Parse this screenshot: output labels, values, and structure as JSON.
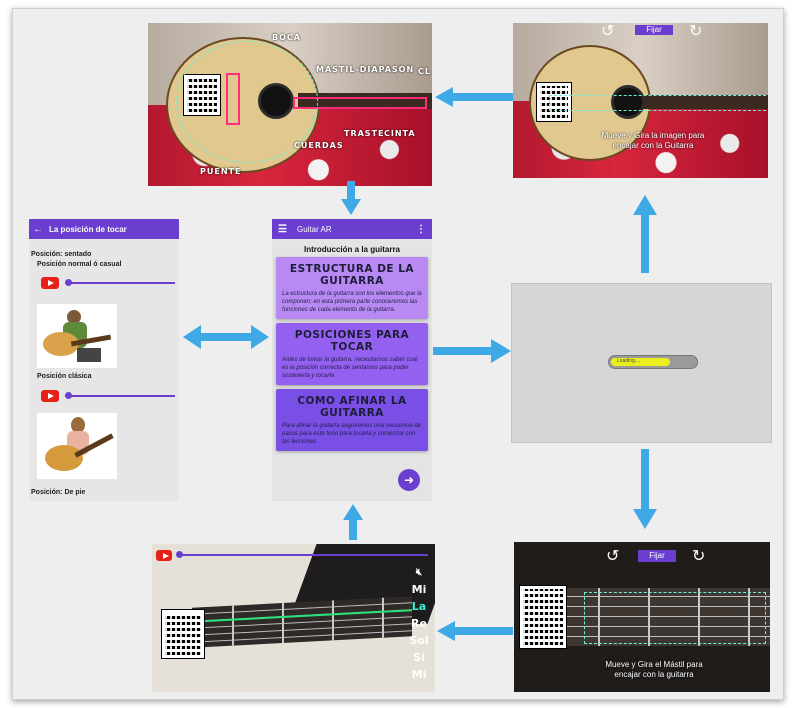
{
  "colors": {
    "accent": "#6a3fd0",
    "accent_dark": "#5b33c2",
    "arrow": "#3fa9e6",
    "youtube": "#e62117",
    "ar_pink": "#ff2d7a",
    "ar_cyan": "#6ef0d8",
    "card1": "#b889f2",
    "card2": "#9460ef",
    "card3": "#7a4fe6",
    "loader_fill": "#ecef1e"
  },
  "ar_labels_top": {
    "boca": "BOCA",
    "mastil": "MÁSTIL-DIAPASÓN",
    "cl": "CL",
    "cuerdas": "CUERDAS",
    "traste": "TRASTE",
    "cinta": "CINTA",
    "puente": "PUENTE"
  },
  "ar_fit_top": {
    "fix_button": "Fijar",
    "hint": "Mueve y Gira la imagen para encajar con la Guitarra"
  },
  "main_app": {
    "title": "Guitar AR",
    "heading": "Introducción a la guitarra",
    "cards": [
      {
        "title": "ESTRUCTURA DE LA GUITARRA",
        "text": "La estructura de la guitarra son los elementos que la componen; en esta primera parte conoceremos las funciones de cada elemento de la guitarra."
      },
      {
        "title": "POSICIONES PARA TOCAR",
        "text": "Antes de tomar la guitarra, necesitamos saber cual es la posición correcta de sentarnos para poder sostenerla y tocarla"
      },
      {
        "title": "COMO AFINAR LA GUITARRA",
        "text": "Para afinar la guitarra seguiremos una secuencia de pasos para este tono para tocarla y comenzar con las lecciones"
      }
    ],
    "menu_icon": "hamburger-icon",
    "more_icon": "more-vert-icon",
    "fab_icon": "arrow-right-icon"
  },
  "position_screen": {
    "title": "La posición de tocar",
    "back_icon": "arrow-left-icon",
    "section1": "Posición: sentado",
    "sub1": "Posición normal ó casual",
    "sub2": "Posición clásica",
    "section2": "Posición: De pie"
  },
  "loading_screen": {
    "progress_label": "Loading....",
    "progress_value": 0.7
  },
  "ar_fit_bottom": {
    "fix_button": "Fijar",
    "hint": "Mueve y Gira el Mástil para encajar con la guitarra"
  },
  "tuning_screen": {
    "mute_icon": "mute-icon",
    "notes": [
      "Mi",
      "La",
      "Re",
      "Sol",
      "Si",
      "Mi"
    ],
    "active_note": "La"
  }
}
